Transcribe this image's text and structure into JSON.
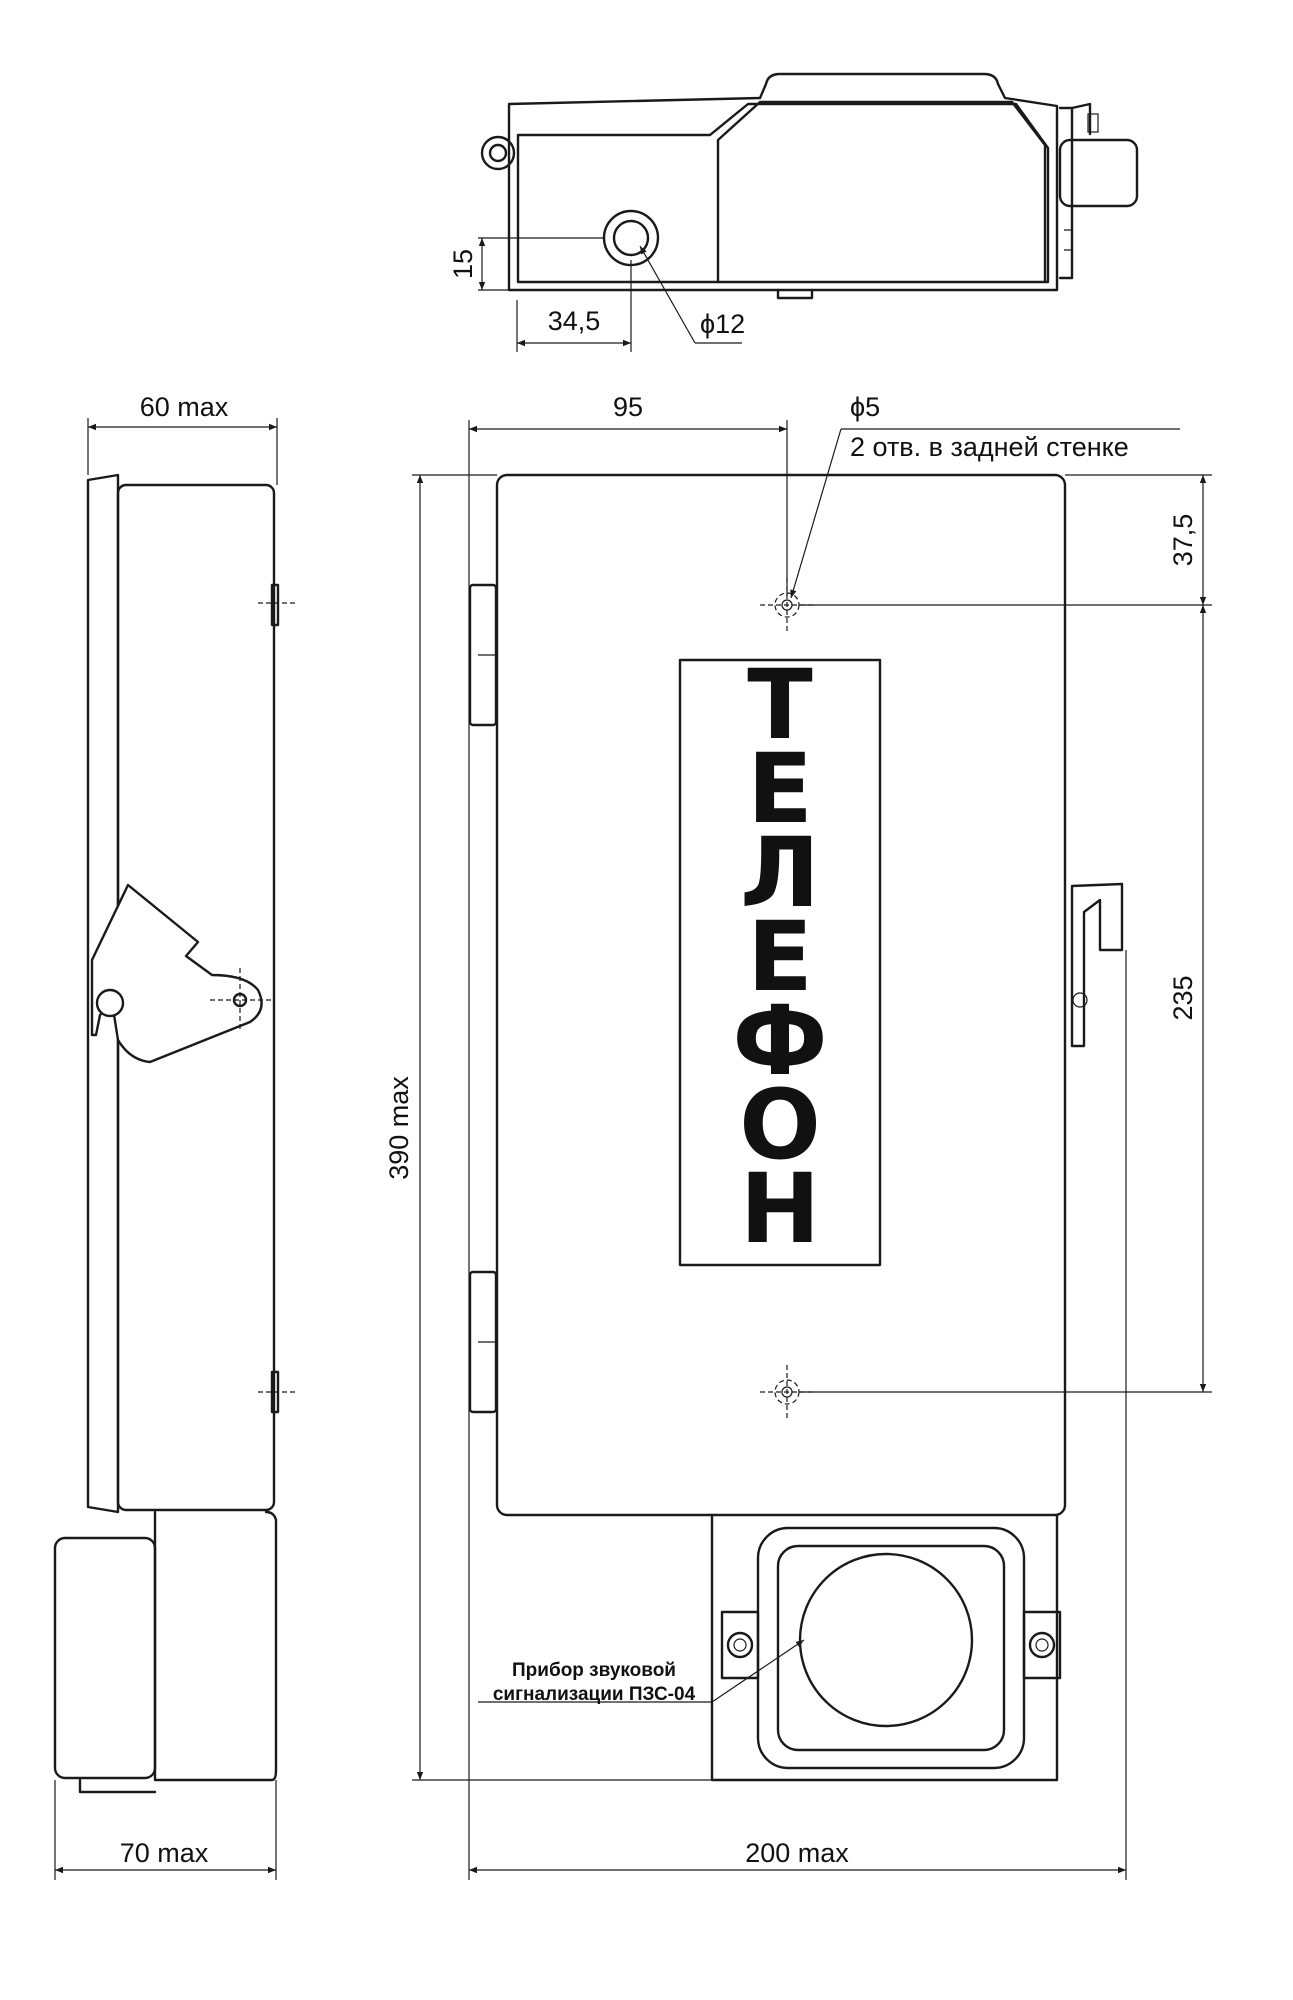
{
  "sign": {
    "letters": [
      "Т",
      "Е",
      "Л",
      "Е",
      "Ф",
      "О",
      "Н"
    ]
  },
  "dimensions": {
    "top_view_height": "15",
    "top_view_offset": "34,5",
    "hole_diameter": "ϕ12",
    "side_width_top": "60 max",
    "side_width_bottom": "70 max",
    "front_hole_offset": "95",
    "mounting_hole_diameter": "ϕ5",
    "mounting_hole_note": "2 отв. в задней стенке",
    "hole_top_offset": "37,5",
    "hole_spacing": "235",
    "total_height": "390 max",
    "total_width": "200 max"
  },
  "callout": {
    "line1": "Прибор звуковой",
    "line2": "сигнализации ПЗС-04"
  }
}
